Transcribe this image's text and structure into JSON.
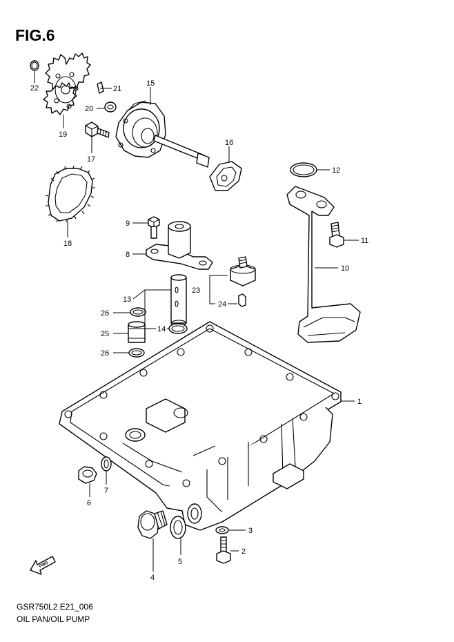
{
  "figure": {
    "title": "FIG.6",
    "code": "GSR750L2 E21_006",
    "caption": "OIL PAN/OIL PUMP",
    "fwd_label": "FWD"
  },
  "parts": [
    {
      "id": "p1",
      "number": "1"
    },
    {
      "id": "p2",
      "number": "2"
    },
    {
      "id": "p3",
      "number": "3"
    },
    {
      "id": "p4",
      "number": "4"
    },
    {
      "id": "p5",
      "number": "5"
    },
    {
      "id": "p6",
      "number": "6"
    },
    {
      "id": "p7",
      "number": "7"
    },
    {
      "id": "p8",
      "number": "8"
    },
    {
      "id": "p9",
      "number": "9"
    },
    {
      "id": "p10",
      "number": "10"
    },
    {
      "id": "p11",
      "number": "11"
    },
    {
      "id": "p12",
      "number": "12"
    },
    {
      "id": "p13",
      "number": "13"
    },
    {
      "id": "p14",
      "number": "14"
    },
    {
      "id": "p15",
      "number": "15"
    },
    {
      "id": "p16",
      "number": "16"
    },
    {
      "id": "p17",
      "number": "17"
    },
    {
      "id": "p18",
      "number": "18"
    },
    {
      "id": "p19",
      "number": "19"
    },
    {
      "id": "p20",
      "number": "20"
    },
    {
      "id": "p21",
      "number": "21"
    },
    {
      "id": "p22",
      "number": "22"
    },
    {
      "id": "p23",
      "number": "23"
    },
    {
      "id": "p24",
      "number": "24"
    },
    {
      "id": "p25",
      "number": "25"
    },
    {
      "id": "p26a",
      "number": "26"
    },
    {
      "id": "p26b",
      "number": "26"
    }
  ]
}
